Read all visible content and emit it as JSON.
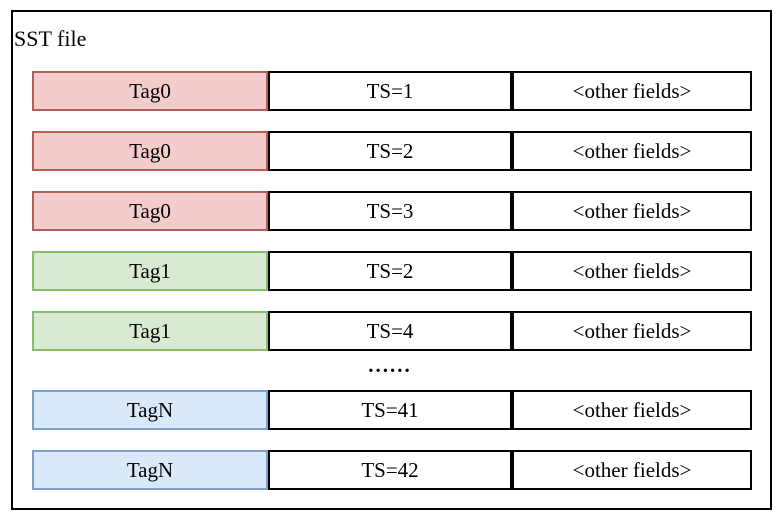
{
  "diagram": {
    "title": "SST file",
    "ellipsis": "......",
    "rows": [
      {
        "tag": "Tag0",
        "color": "red",
        "ts": "TS=1",
        "other": "<other fields>"
      },
      {
        "tag": "Tag0",
        "color": "red",
        "ts": "TS=2",
        "other": "<other fields>"
      },
      {
        "tag": "Tag0",
        "color": "red",
        "ts": "TS=3",
        "other": "<other fields>"
      },
      {
        "tag": "Tag1",
        "color": "green",
        "ts": "TS=2",
        "other": "<other fields>"
      },
      {
        "tag": "Tag1",
        "color": "green",
        "ts": "TS=4",
        "other": "<other fields>"
      },
      {
        "tag": "TagN",
        "color": "blue",
        "ts": "TS=41",
        "other": "<other fields>"
      },
      {
        "tag": "TagN",
        "color": "blue",
        "ts": "TS=42",
        "other": "<other fields>"
      }
    ]
  },
  "colors": {
    "background": "#ffffff",
    "frame_border": "#000000",
    "cell_border": "#000000",
    "red_fill": "#f4cccc",
    "red_border": "#b45f56",
    "green_fill": "#d9ead3",
    "green_border": "#8aba6e",
    "blue_fill": "#dae8fc",
    "blue_border": "#7e9fc9"
  }
}
